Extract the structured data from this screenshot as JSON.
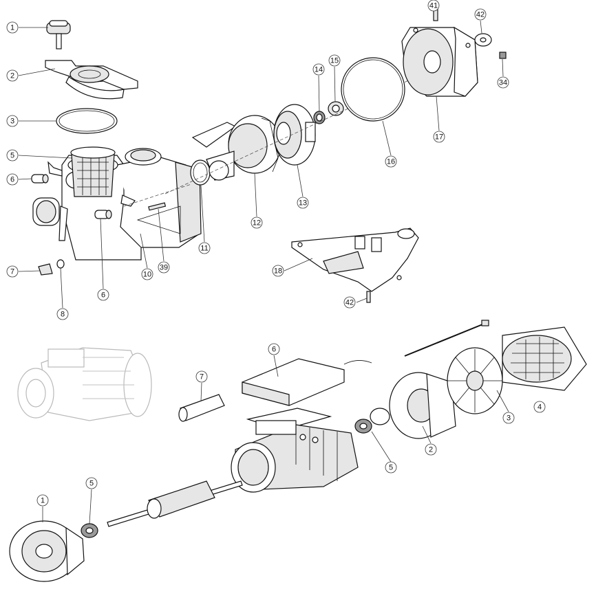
{
  "diagram": {
    "type": "exploded-parts-diagram",
    "pump_callouts": [
      "1",
      "2",
      "3",
      "5",
      "6",
      "7",
      "8",
      "6",
      "10",
      "39",
      "11",
      "12",
      "13",
      "14",
      "15",
      "16",
      "17",
      "41",
      "42",
      "34",
      "18",
      "42"
    ],
    "motor_callouts": [
      "6",
      "7",
      "4",
      "3",
      "2",
      "5",
      "1",
      "5"
    ]
  },
  "colors": {
    "line": "#111111",
    "ghost": "#b9b9b9",
    "fill_light": "#e6e6e6",
    "fill_dark": "#9a9a9a"
  }
}
